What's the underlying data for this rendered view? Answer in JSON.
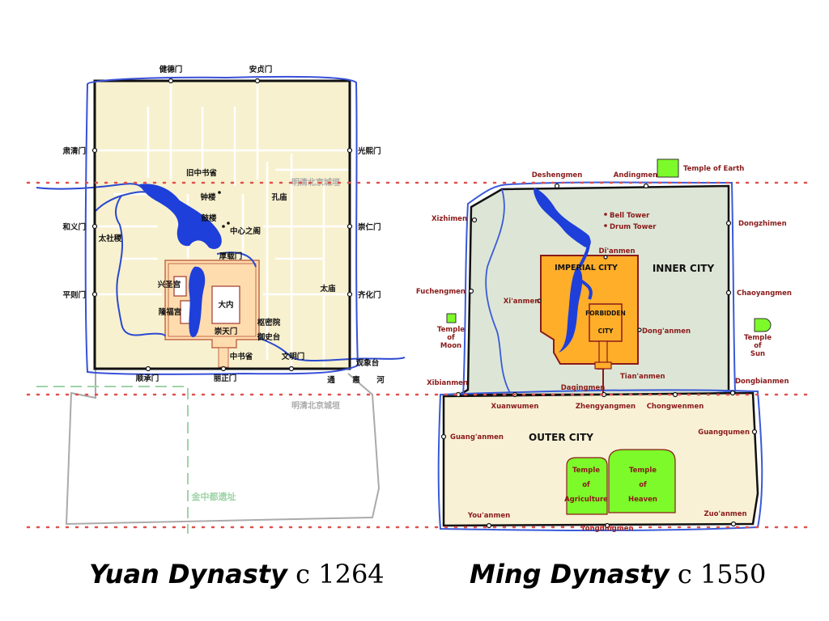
{
  "yuan_map": {
    "gates": {
      "jiande": "健德门",
      "anzhen": "安贞门",
      "suqing": "肃清门",
      "guangxi": "光熙门",
      "heyi": "和义门",
      "chongren": "崇仁门",
      "pingze": "平则门",
      "qihua": "齐化门",
      "shuncheng": "顺承门",
      "lizheng": "丽正门",
      "wenming": "文明门"
    },
    "labels": {
      "jiuzhongshusheng": "旧中书省",
      "zhonglou": "钟楼",
      "gulou": "鼓楼",
      "zhongxinzhige": "中心之阁",
      "kongmiao": "孔庙",
      "taisheji": "太社稷",
      "houzaimen": "厚载门",
      "xingshenggong": "兴圣宫",
      "longfugong": "隆福宫",
      "danei": "大内",
      "chongtianmen": "崇天门",
      "taimiao": "太庙",
      "shumiyuan": "枢密院",
      "yushitai": "御史台",
      "zhongshusheng": "中书省",
      "guanxiangtai": "观象台",
      "tong": "通",
      "hui": "惠",
      "he": "河",
      "jinzhongdu": "金中都遗址"
    }
  },
  "wall_label_top": "明清北京城垣",
  "wall_label_bottom": "明清北京城垣",
  "ming_map": {
    "gates": {
      "deshengmen": "Deshengmen",
      "andingmen": "Andingmen",
      "xizhimen": "Xizhimen",
      "dongzhimen": "Dongzhimen",
      "fuchengmen": "Fuchengmen",
      "chaoyangmen": "Chaoyangmen",
      "xibianmen": "Xibianmen",
      "dongbianmen": "Dongbianmen",
      "xuanwumen": "Xuanwumen",
      "zhengyangmen": "Zhengyangmen",
      "chongwenmen": "Chongwenmen",
      "guanganmen": "Guang'anmen",
      "guangqumen": "Guangqumen",
      "youanmen": "You'anmen",
      "yongdingmen": "Yongdingmen",
      "zuoanmen": "Zuo'anmen"
    },
    "labels": {
      "temple_earth": "Temple of Earth",
      "bell_tower": "Bell Tower",
      "drum_tower": "Drum Tower",
      "dianmen": "Di'anmen",
      "imperial_city": "IMPERIAL CITY",
      "inner_city": "INNER CITY",
      "xianmen": "Xi'anmen",
      "forbidden": "FORBIDDEN",
      "city": "CITY",
      "donganmen": "Dong'anmen",
      "tiananmen": "Tian'anmen",
      "daqingmen": "Daqingmen",
      "outer_city": "OUTER CITY",
      "temple_moon": [
        "Temple",
        "of",
        "Moon"
      ],
      "temple_sun": [
        "Temple",
        "of",
        "Sun"
      ],
      "temple_agri": [
        "Temple",
        "of",
        "Agriculture"
      ],
      "temple_heaven": [
        "Temple",
        "of",
        "Heaven"
      ]
    }
  },
  "captions": {
    "yuan_title": "Yuan Dynasty",
    "yuan_date": "c 1264",
    "ming_title": "Ming Dynasty",
    "ming_date": "c 1550"
  },
  "colors": {
    "yuan_fill": "#f8f1cf",
    "ming_inner_fill": "#dde6d6",
    "ming_outer_fill": "#f8f1d6",
    "imperial_orange": "#ffae2a",
    "temple_green": "#7dfa2a",
    "water_blue": "#1e3fd9",
    "wall_dark": "#111111",
    "label_red": "#8a1a1a",
    "dotted_red": "#e0504a"
  }
}
